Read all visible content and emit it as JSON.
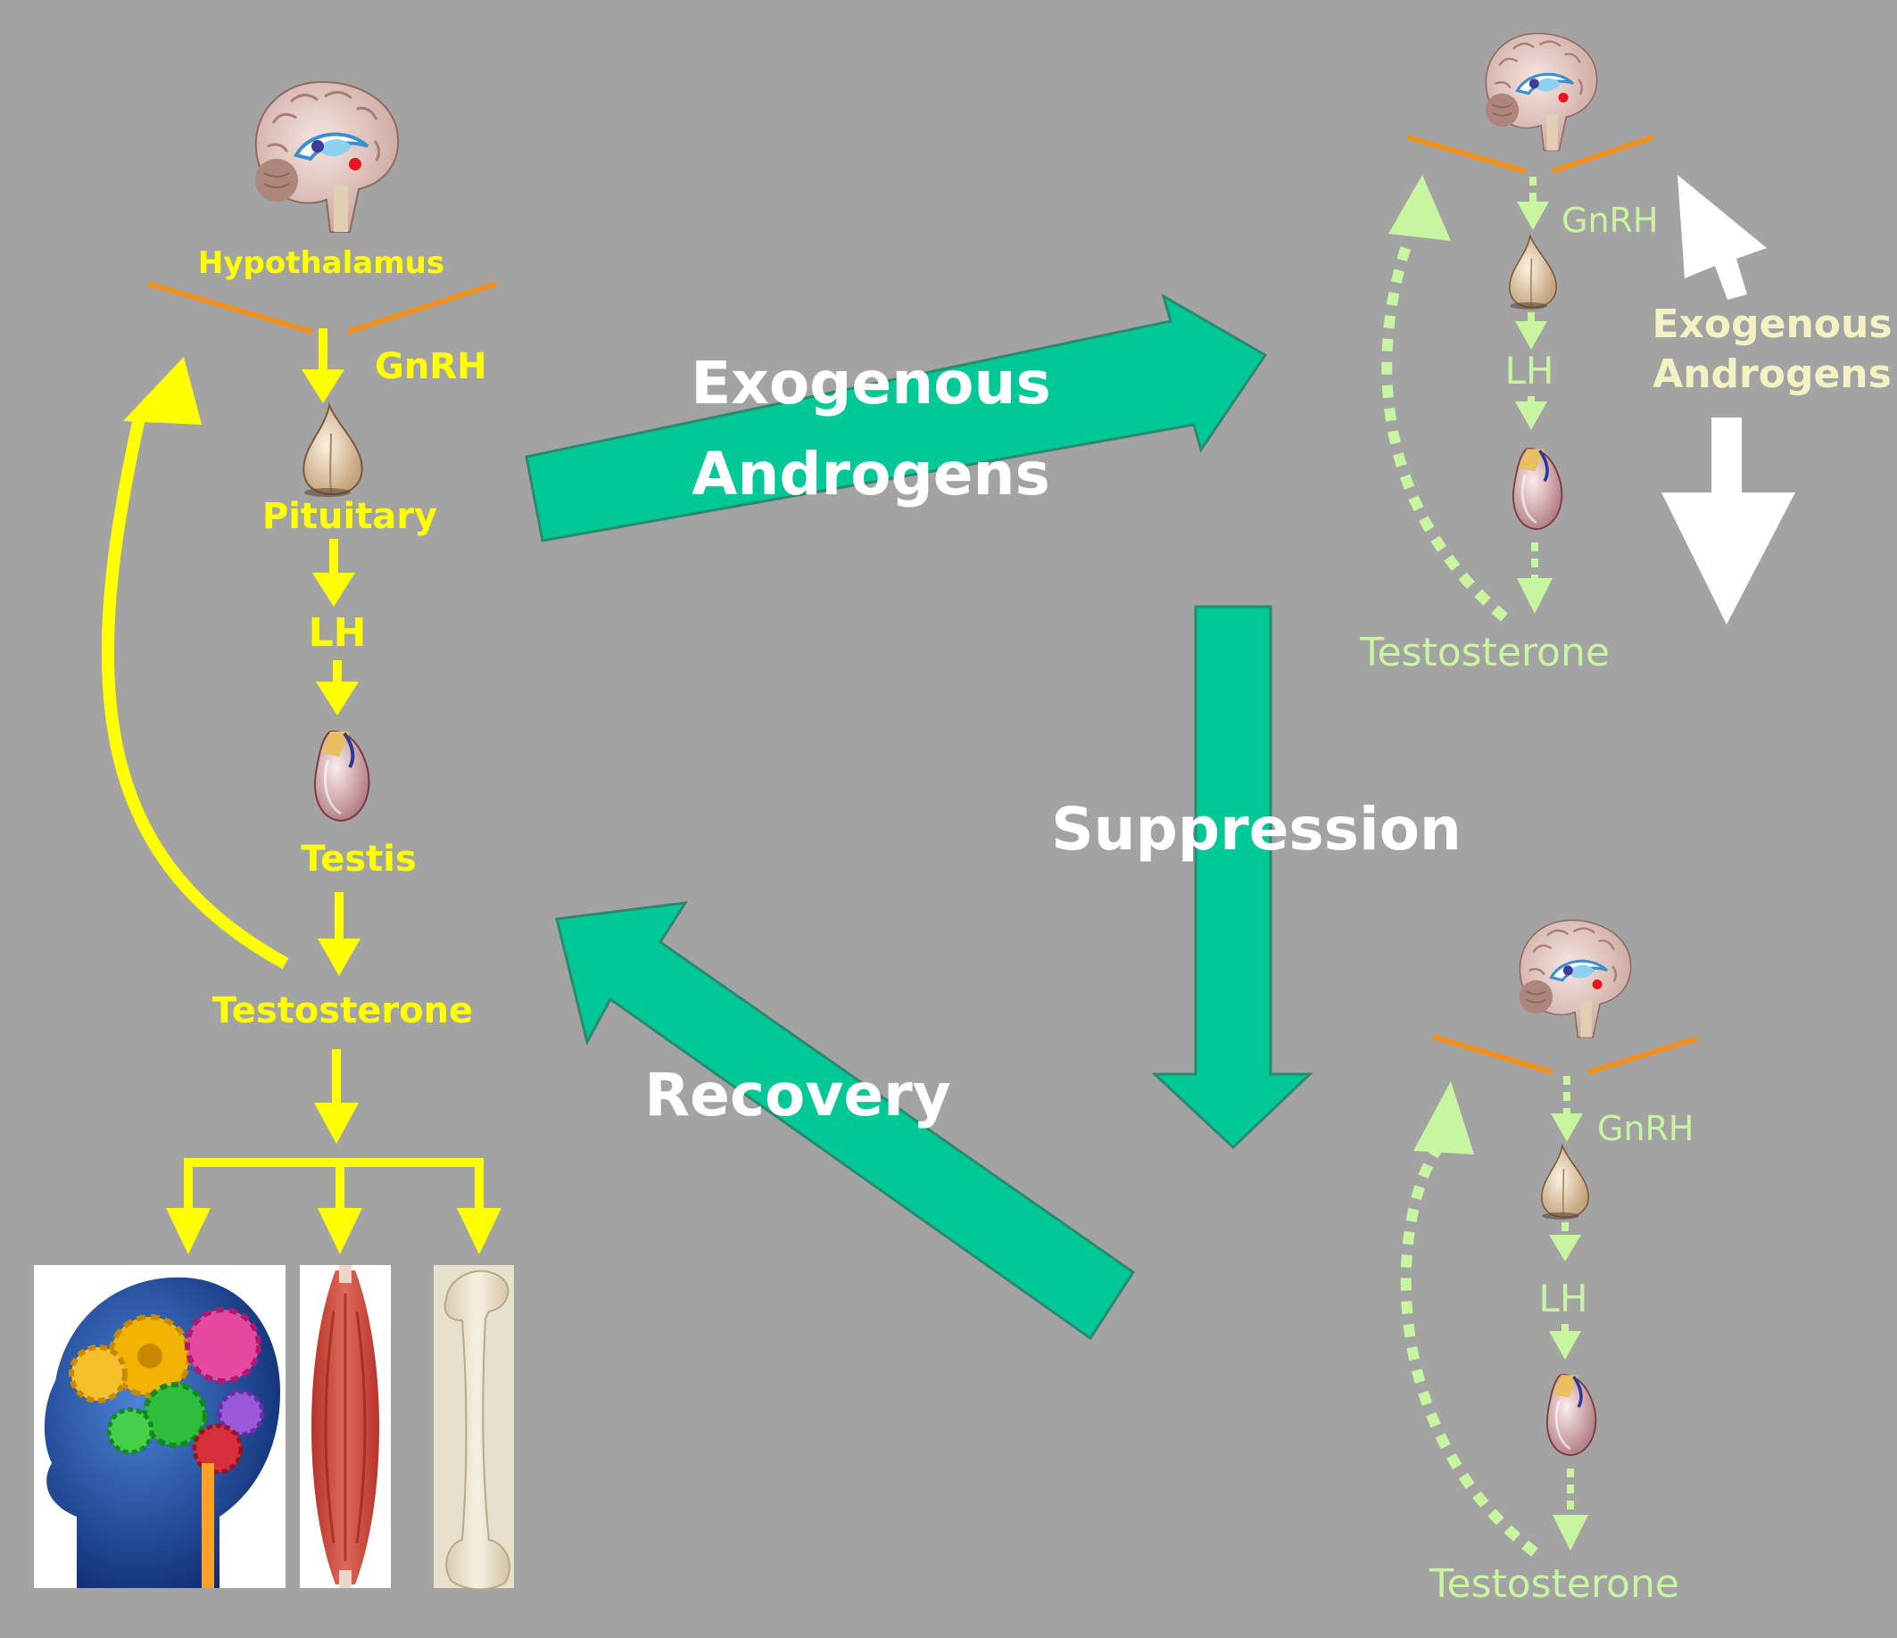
{
  "colors": {
    "background": "#a3a3a3",
    "normal_axis": "#ffff00",
    "suppressed_axis": "#c8f5a0",
    "transition_arrows": "#00c896",
    "cut_line": "#f0901e",
    "white_arrows": "#ffffff"
  },
  "left_axis": {
    "hypothalamus_label": "Hypothalamus",
    "gnrh_label": "GnRH",
    "pituitary_label": "Pituitary",
    "lh_label": "LH",
    "testis_label": "Testis",
    "testosterone_label": "Testosterone",
    "targets": [
      {
        "icon": "brain-gears-head-icon"
      },
      {
        "icon": "muscle-icon"
      },
      {
        "icon": "femur-bone-icon"
      }
    ]
  },
  "top_right_axis": {
    "gnrh_label": "GnRH",
    "lh_label": "LH",
    "testosterone_label": "Testosterone",
    "exogenous_label_line1": "Exogenous",
    "exogenous_label_line2": "Androgens"
  },
  "bottom_right_axis": {
    "gnrh_label": "GnRH",
    "lh_label": "LH",
    "testosterone_label": "Testosterone"
  },
  "transitions": {
    "exogenous_line1": "Exogenous",
    "exogenous_line2": "Androgens",
    "suppression": "Suppression",
    "recovery": "Recovery"
  }
}
